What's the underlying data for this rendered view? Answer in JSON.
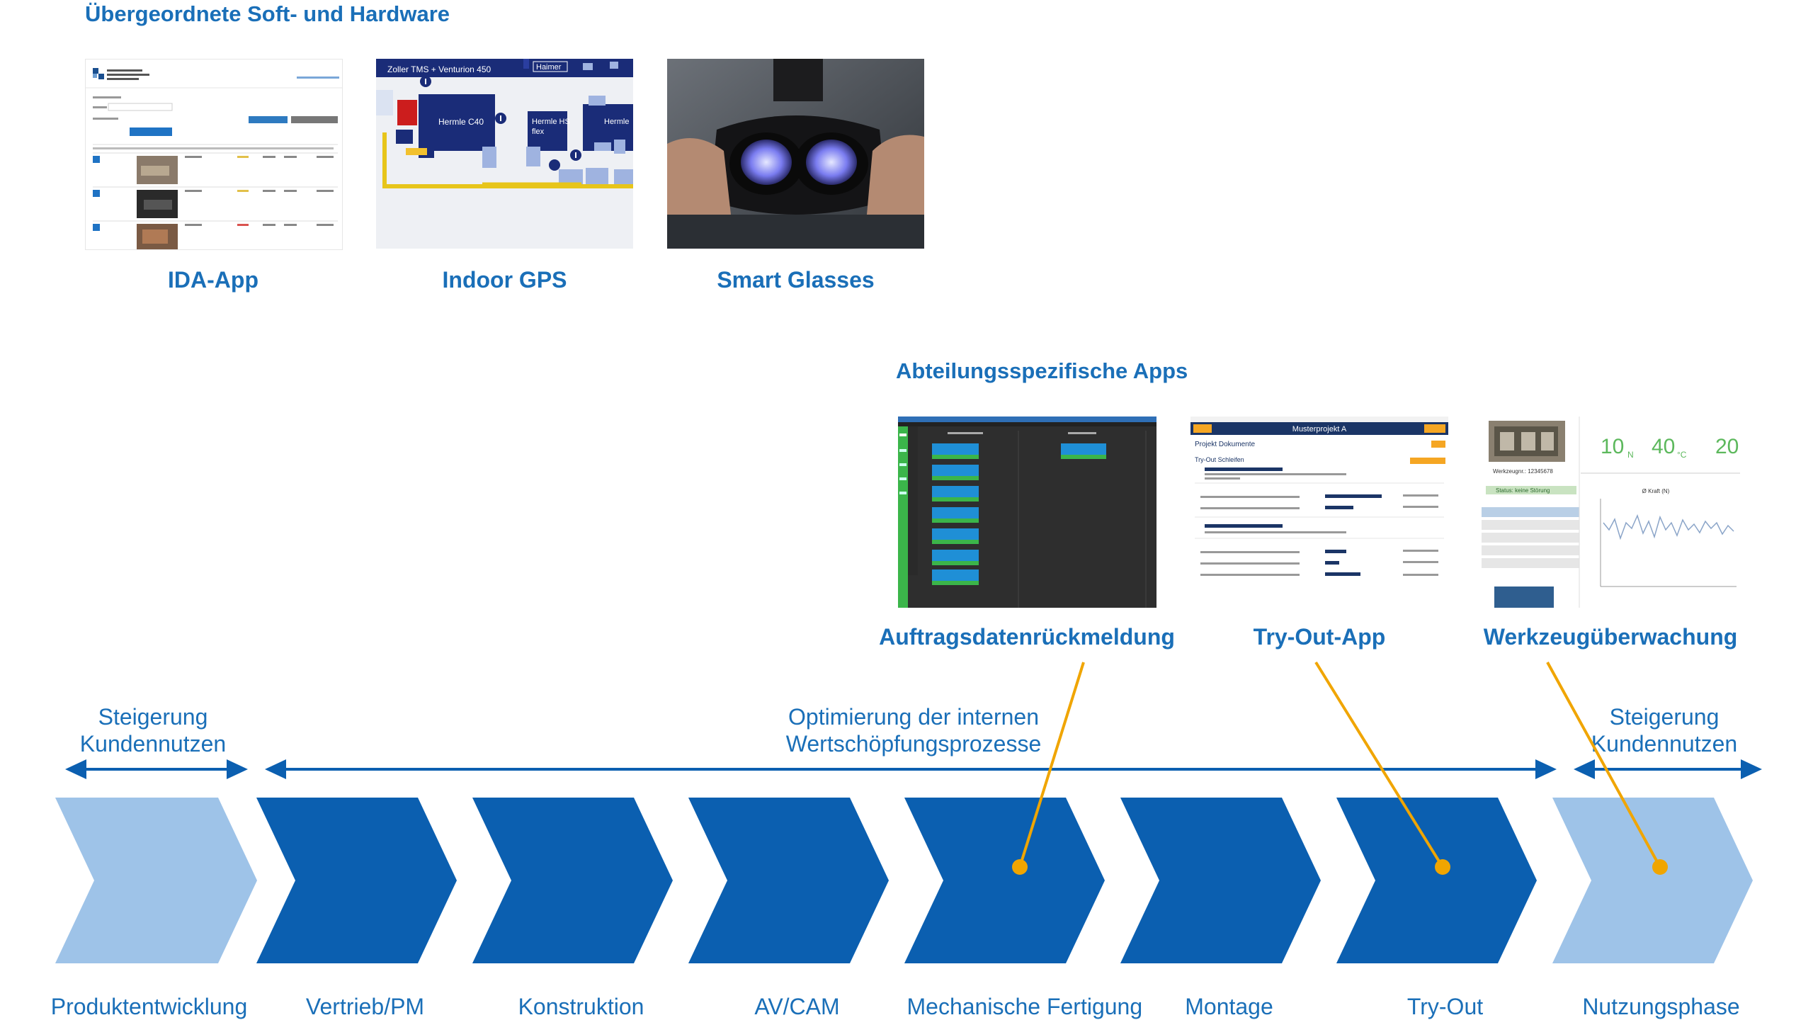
{
  "sections": {
    "top_heading": "Übergeordnete Soft- und Hardware",
    "dept_heading": "Abteilungsspezifische Apps"
  },
  "top_apps": [
    {
      "label": "IDA-App",
      "icon": "ida-app-screenshot"
    },
    {
      "label": "Indoor GPS",
      "icon": "indoor-gps-floorplan"
    },
    {
      "label": "Smart Glasses",
      "icon": "vr-headset-photo"
    }
  ],
  "dept_apps": [
    {
      "label": "Auftragsdatenrückmeldung",
      "icon": "order-feedback-screenshot"
    },
    {
      "label": "Try-Out-App",
      "icon": "tryout-app-screenshot"
    },
    {
      "label": "Werkzeugüberwachung",
      "icon": "tool-monitoring-screenshot"
    }
  ],
  "ranges": {
    "left": {
      "line1": "Steigerung",
      "line2": "Kundennutzen"
    },
    "middle": {
      "line1": "Optimierung der internen",
      "line2": "Wertschöpfungsprozesse"
    },
    "right": {
      "line1": "Steigerung",
      "line2": "Kundennutzen"
    }
  },
  "stages": [
    {
      "label": "Produktentwicklung",
      "tone": "light"
    },
    {
      "label": "Vertrieb/PM",
      "tone": "dark"
    },
    {
      "label": "Konstruktion",
      "tone": "dark"
    },
    {
      "label": "AV/CAM",
      "tone": "dark"
    },
    {
      "label": "Mechanische Fertigung",
      "tone": "dark"
    },
    {
      "label": "Montage",
      "tone": "dark"
    },
    {
      "label": "Try-Out",
      "tone": "dark"
    },
    {
      "label": "Nutzungsphase",
      "tone": "light"
    }
  ],
  "connections": [
    {
      "from": "Auftragsdatenrückmeldung",
      "to": "Mechanische Fertigung"
    },
    {
      "from": "Try-Out-App",
      "to": "Try-Out"
    },
    {
      "from": "Werkzeugüberwachung",
      "to": "Nutzungsphase"
    }
  ],
  "thumb_text": {
    "gps_title": "Zoller TMS + Venturion 450",
    "gps_haimer": "Haimer",
    "gps_c40": "Hermle C40",
    "gps_hs_line1": "Hermle HS",
    "gps_hs_line2": "flex",
    "gps_hermle": "Hermle",
    "tryout_title": "Musterprojekt A",
    "tryout_section": "Projekt Dokumente",
    "tryout_sub": "Try-Out Schleifen",
    "tool_v1": "10",
    "tool_u1": "N",
    "tool_v2": "40",
    "tool_u2": "°C",
    "tool_v3": "20",
    "tool_id": "Werkzeugnr.: 12345678",
    "tool_status": "Status: keine Störung",
    "tool_chart_label": "Ø Kraft (N)"
  },
  "colors": {
    "dark_stage": "#0b5fb0",
    "light_stage": "#9ec3e8",
    "text_blue": "#1a6fb8",
    "connector": "#f0a500",
    "arrow": "#0b5fb0"
  }
}
